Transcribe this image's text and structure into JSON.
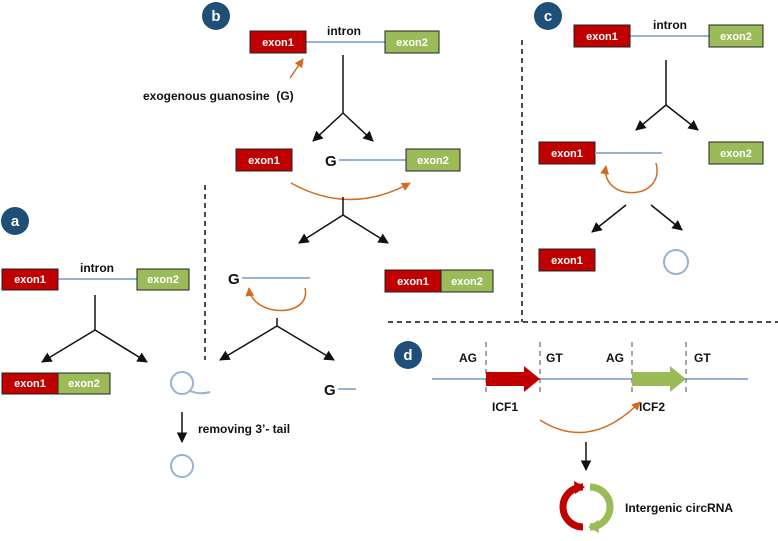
{
  "labels": {
    "exon1": "exon1",
    "exon2": "exon2",
    "intron": "intron",
    "guanosine": "G",
    "exogenous_guanosine": "exogenous guanosine  (G)",
    "removing_tail": "removing 3’- tail",
    "ag": "AG",
    "gt": "GT",
    "icf1": "ICF1",
    "icf2": "ICF2",
    "intergenic_circrna": "Intergenic circRNA"
  },
  "panels": {
    "a": "a",
    "b": "b",
    "c": "c",
    "d": "d"
  },
  "colors": {
    "exon1": "#c00000",
    "exon2": "#9bbb59",
    "rna_line": "#95b3d7",
    "badge": "#1f4e79",
    "curve_arrow": "#d46a1f",
    "arrow": "#111111"
  }
}
